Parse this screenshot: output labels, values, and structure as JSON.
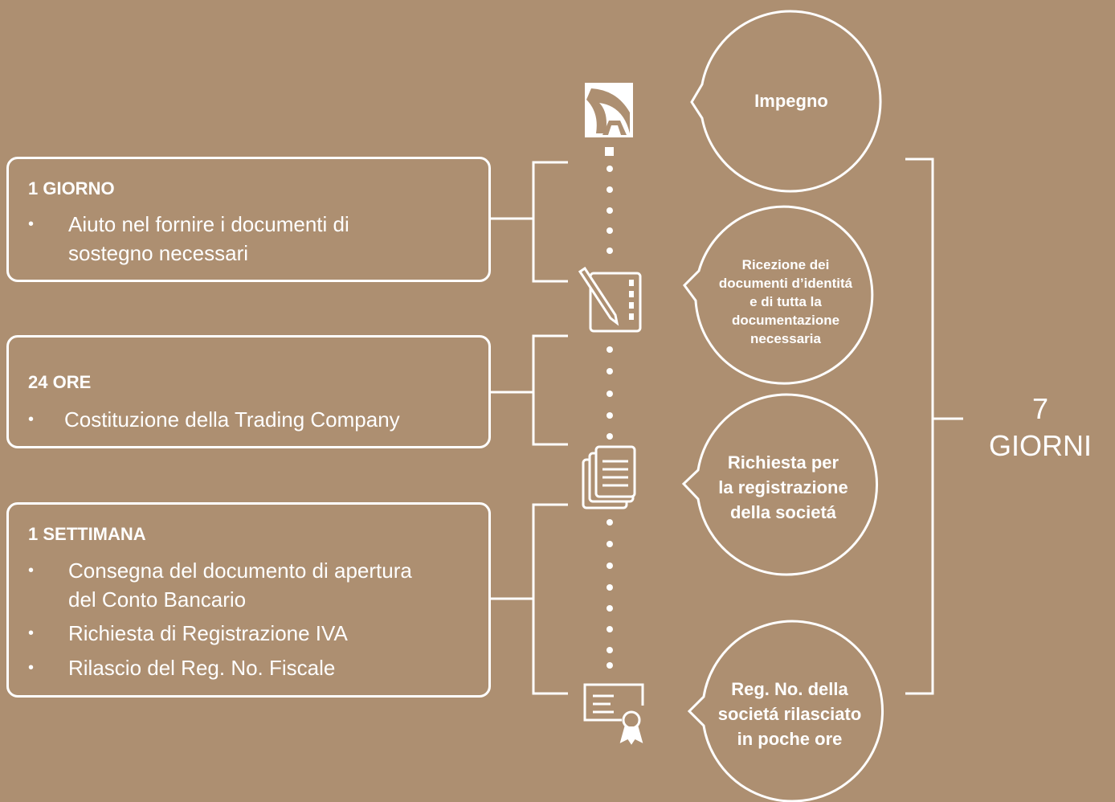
{
  "top_text": "",
  "boxes": [
    {
      "title": "1 GIORNO",
      "items": [
        "Aiuto nel fornire i documenti di",
        "sostegno necessari"
      ]
    },
    {
      "title": "24 ORE",
      "items": [
        "Costituzione della Trading Company"
      ]
    },
    {
      "title": "1  SETTIMANA",
      "items": [
        "Consegna del documento di apertura",
        "del Conto Bancario",
        "Richiesta di Registrazione IVA",
        "Rilascio del Reg. No. Fiscale"
      ]
    }
  ],
  "bullet_char": "•",
  "bubbles": [
    {
      "lines": [
        "Impegno"
      ]
    },
    {
      "lines": [
        "Ricezione dei",
        "documenti d’identitá",
        "e di tutta la",
        "documentazione",
        "necessaria"
      ]
    },
    {
      "lines": [
        "Richiesta per",
        "la registrazione",
        "della societá"
      ]
    },
    {
      "lines": [
        "Reg. No. della",
        "societá rilasciato",
        "in poche ore"
      ]
    }
  ],
  "total": {
    "number": "7",
    "unit": "GIORNI"
  },
  "icons": [
    "logo-icon",
    "signing-document-icon",
    "documents-stack-icon",
    "certificate-icon"
  ],
  "colors": {
    "background": "#ad8f71",
    "foreground": "#ffffff"
  }
}
